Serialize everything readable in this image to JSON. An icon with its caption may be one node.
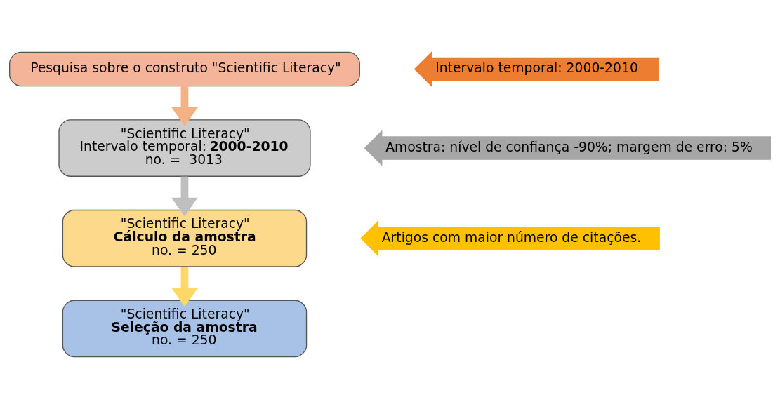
{
  "diagram": {
    "nodes": [
      {
        "text": [
          "Pesquisa sobre o construto \"Scientific Literacy\""
        ]
      },
      {
        "text": [
          "\"Scientific Literacy\"",
          "Intervalo temporal: **2000-2010**",
          "no. =  3013"
        ]
      },
      {
        "text": [
          "\"Scientific Literacy\"",
          "Cálculo da amostra",
          "no. = 250"
        ]
      },
      {
        "text": [
          "\"Scientific Literacy\"",
          "Seleção da amostra",
          "no. = 250"
        ]
      },
      {
        "text": [
          "Intervalo temporal: 2000-2010"
        ]
      },
      {
        "text": [
          "Amostra: nível de confiança -90%; margem de erro: 5%"
        ]
      },
      {
        "text": [
          "Artigos com maior número de citações."
        ]
      }
    ],
    "edges": [
      {
        "from": 0,
        "to": 1,
        "arrow": "to",
        "color": "#f4b183"
      },
      {
        "from": 1,
        "to": 2,
        "arrow": "to",
        "color": "#bfbfbf"
      },
      {
        "from": 2,
        "to": 3,
        "arrow": "to",
        "color": "#ffd966"
      }
    ]
  }
}
